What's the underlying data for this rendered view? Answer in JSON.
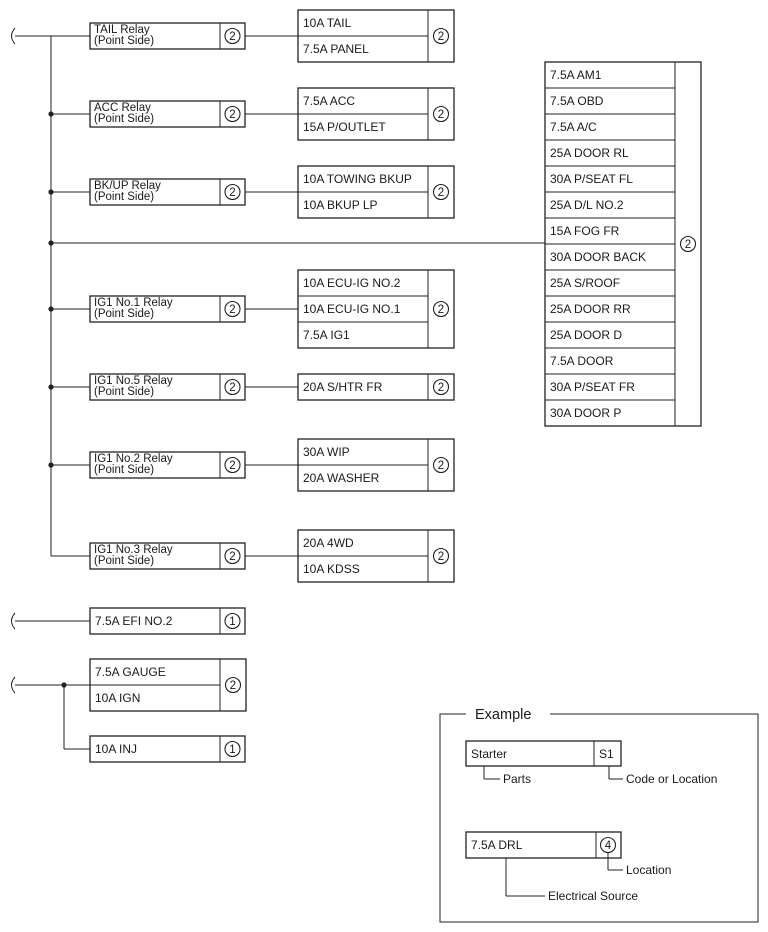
{
  "relay_groups": [
    {
      "relay": [
        "TAIL Relay",
        "(Point Side)"
      ],
      "location": "2",
      "fuses": [
        "10A TAIL",
        "7.5A PANEL"
      ],
      "fuse_location": "2"
    },
    {
      "relay": [
        "ACC Relay",
        "(Point Side)"
      ],
      "location": "2",
      "fuses": [
        "7.5A ACC",
        "15A P/OUTLET"
      ],
      "fuse_location": "2"
    },
    {
      "relay": [
        "BK/UP Relay",
        "(Point Side)"
      ],
      "location": "2",
      "fuses": [
        "10A TOWING BKUP",
        "10A BKUP LP"
      ],
      "fuse_location": "2"
    },
    {
      "relay": [
        "IG1 No.1 Relay",
        "(Point Side)"
      ],
      "location": "2",
      "fuses": [
        "10A ECU-IG NO.2",
        "10A ECU-IG NO.1",
        "7.5A IG1"
      ],
      "fuse_location": "2"
    },
    {
      "relay": [
        "IG1 No.5 Relay",
        "(Point Side)"
      ],
      "location": "2",
      "fuses": [
        "20A S/HTR FR"
      ],
      "fuse_location": "2"
    },
    {
      "relay": [
        "IG1 No.2 Relay",
        "(Point Side)"
      ],
      "location": "2",
      "fuses": [
        "30A WIP",
        "20A WASHER"
      ],
      "fuse_location": "2"
    },
    {
      "relay": [
        "IG1 No.3 Relay",
        "(Point Side)"
      ],
      "location": "2",
      "fuses": [
        "20A 4WD",
        "10A KDSS"
      ],
      "fuse_location": "2"
    }
  ],
  "direct_fuses": {
    "fuses": [
      "7.5A AM1",
      "7.5A OBD",
      "7.5A A/C",
      "25A DOOR RL",
      "30A P/SEAT FL",
      "25A D/L NO.2",
      "15A FOG FR",
      "30A DOOR BACK",
      "25A S/ROOF",
      "25A DOOR RR",
      "25A DOOR D",
      "7.5A DOOR",
      "30A P/SEAT FR",
      "30A DOOR P"
    ],
    "location": "2"
  },
  "efi": {
    "label": "7.5A EFI NO.2",
    "location": "1"
  },
  "gauge_group": {
    "fuses": [
      "7.5A GAUGE",
      "10A IGN"
    ],
    "location": "2"
  },
  "inj": {
    "label": "10A INJ",
    "location": "1"
  },
  "example": {
    "title": "Example",
    "part_label": "Starter",
    "code": "S1",
    "parts_caption": "Parts",
    "code_caption": "Code or Location",
    "source_label": "7.5A DRL",
    "source_location": "4",
    "location_caption": "Location",
    "source_caption": "Electrical Source"
  }
}
